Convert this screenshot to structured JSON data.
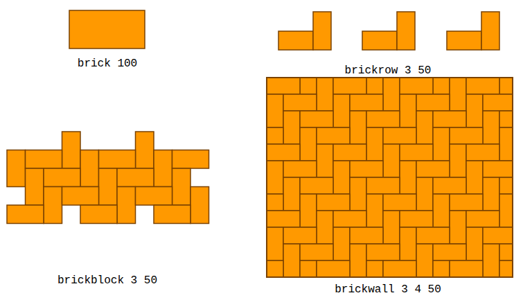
{
  "diagram": {
    "labels": [
      "brick 100",
      "brickrow 3 50",
      "brickblock 3 50",
      "brickwall 3 4 50"
    ]
  }
}
